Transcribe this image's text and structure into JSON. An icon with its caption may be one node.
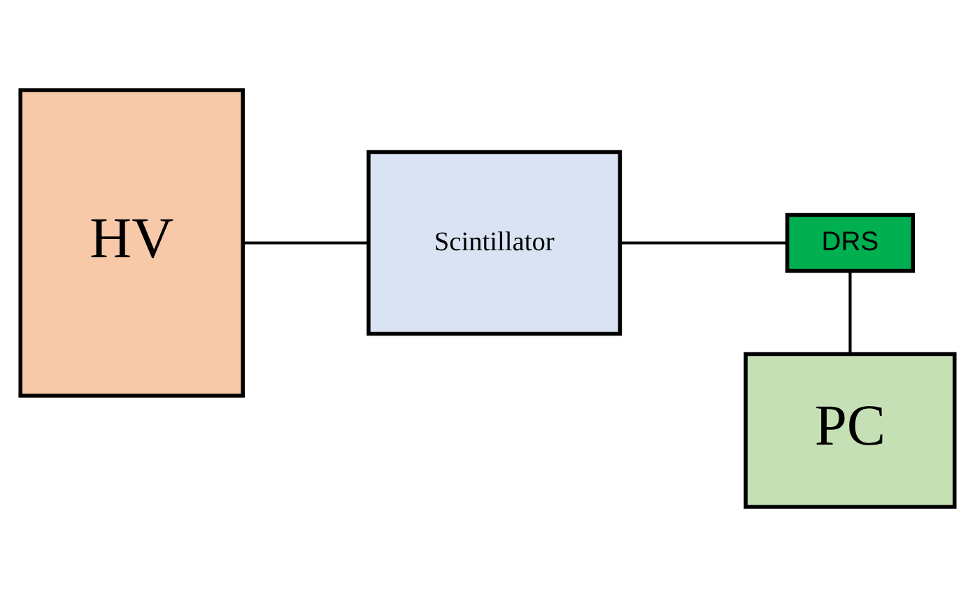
{
  "diagram": {
    "nodes": [
      {
        "text": [
          "HV"
        ]
      },
      {
        "text": [
          "Scintillator"
        ]
      },
      {
        "text": [
          "DRS"
        ]
      },
      {
        "text": [
          "PC"
        ]
      }
    ],
    "edges": [
      {
        "from": 0,
        "to": 1,
        "arrow": "none"
      },
      {
        "from": 1,
        "to": 2,
        "arrow": "none"
      },
      {
        "from": 2,
        "to": 3,
        "arrow": "none"
      }
    ]
  }
}
